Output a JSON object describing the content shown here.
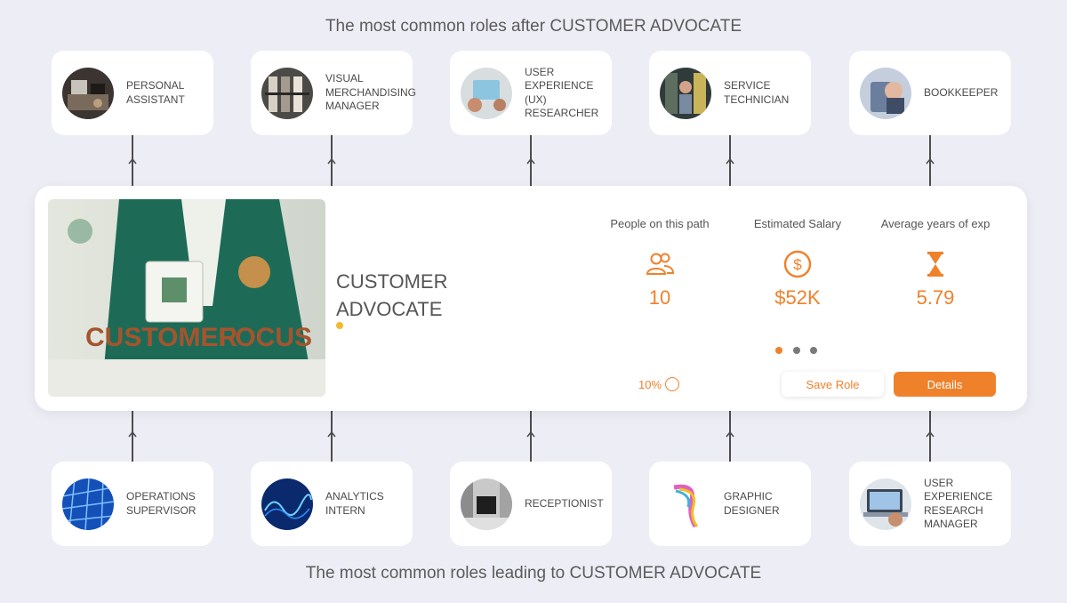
{
  "header": {
    "title": "The most common roles after CUSTOMER ADVOCATE"
  },
  "footer": {
    "title": "The most common roles leading to CUSTOMER ADVOCATE"
  },
  "next_roles": [
    {
      "label": "PERSONAL\nASSISTANT",
      "icon": "office-desk-photo"
    },
    {
      "label": "VISUAL\nMERCHANDISING\nMANAGER",
      "icon": "store-shelves-photo"
    },
    {
      "label": "USER\nEXPERIENCE\n(UX)\nRESEARCHER",
      "icon": "tablet-hands-photo"
    },
    {
      "label": "SERVICE\nTECHNICIAN",
      "icon": "server-rack-photo"
    },
    {
      "label": "BOOKKEEPER",
      "icon": "calculator-photo"
    }
  ],
  "previous_roles": [
    {
      "label": "OPERATIONS\nSUPERVISOR",
      "icon": "blue-grid-photo"
    },
    {
      "label": "ANALYTICS\nINTERN",
      "icon": "data-wave-photo"
    },
    {
      "label": "RECEPTIONIST",
      "icon": "hallway-photo"
    },
    {
      "label": "GRAPHIC\nDESIGNER",
      "icon": "color-swirl-photo"
    },
    {
      "label": "USER\nEXPERIENCE\nRESEARCH\nMANAGER",
      "icon": "laptop-hand-photo"
    }
  ],
  "role": {
    "title": "CUSTOMER\nADVOCATE",
    "image_text": [
      "CUSTOMER",
      "FOCUS"
    ],
    "stats": [
      {
        "label": "People on this path",
        "value": "10",
        "icon": "people-icon"
      },
      {
        "label": "Estimated Salary",
        "value": "$52K",
        "icon": "dollar-icon"
      },
      {
        "label": "Average years of exp",
        "value": "5.79",
        "icon": "hourglass-icon"
      }
    ],
    "match": "10%",
    "match_fraction": 0.1,
    "pager": {
      "count": 3,
      "active": 0
    }
  },
  "actions": {
    "save_label": "Save Role",
    "details_label": "Details"
  },
  "colors": {
    "accent": "#f0812b",
    "background": "#edeef5",
    "dot": "#f5b82e",
    "pager_inactive": "#7a7a7a"
  }
}
